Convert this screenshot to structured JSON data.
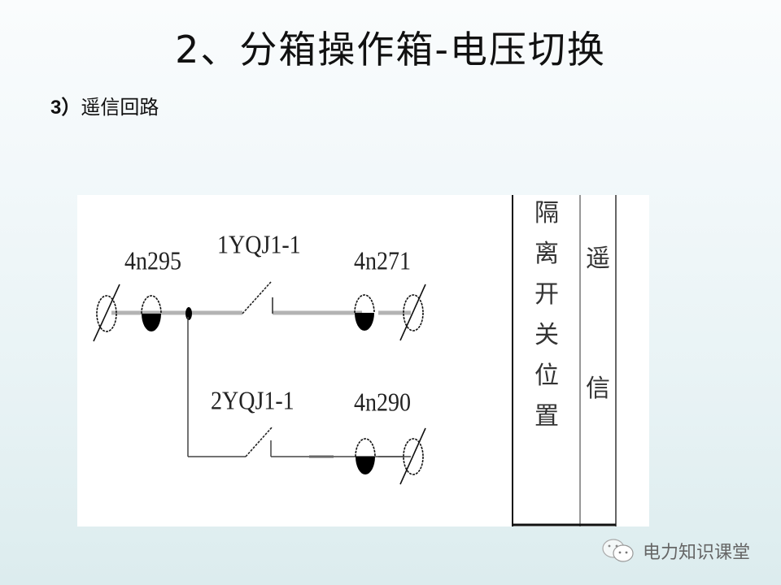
{
  "slide": {
    "title": "2、分箱操作箱-电压切换",
    "subtitle_num": "3）",
    "subtitle_text": "遥信回路"
  },
  "diagram": {
    "labels": {
      "terminal_left": "4n295",
      "contact_1": "1YQJ1-1",
      "terminal_right_1": "4n271",
      "contact_2": "2YQJ1-1",
      "terminal_right_2": "4n290"
    },
    "table": {
      "column_1": [
        "隔",
        "离",
        "开",
        "关",
        "位",
        "置"
      ],
      "column_2": [
        "遥",
        "信"
      ]
    },
    "colors": {
      "wire_thick": "#b3b3b3",
      "wire_thin": "#555555",
      "symbol": "#000000"
    }
  },
  "watermark": {
    "icon": "wechat-icon",
    "text": "电力知识课堂"
  }
}
